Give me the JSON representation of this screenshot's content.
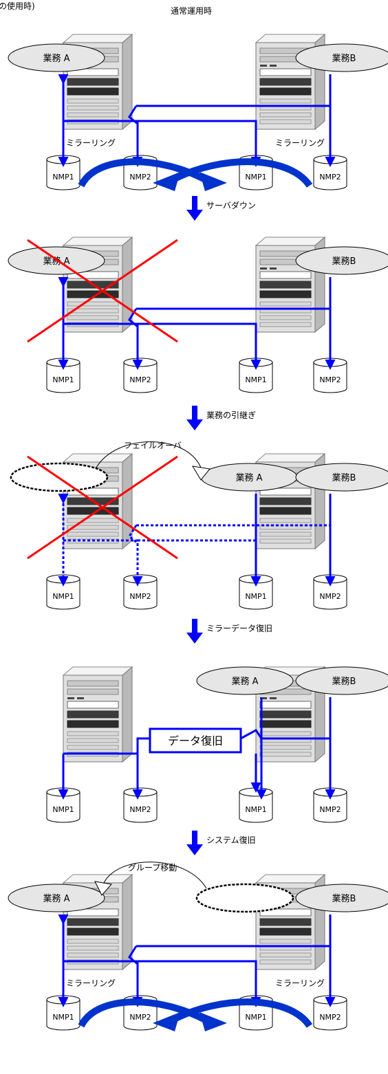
{
  "corner_caption": "の使用時)",
  "stages": [
    {
      "title": "通常運用時",
      "ellipses": {
        "left": "業務 A",
        "right": "業務B"
      },
      "mirror_labels": [
        "ミラーリング",
        "ミラーリング"
      ],
      "disks": [
        "NMP1",
        "NMP2",
        "NMP1",
        "NMP2"
      ]
    },
    {
      "ellipses": {
        "left": "業務 A",
        "right": "業務B"
      },
      "disks": [
        "NMP1",
        "NMP2",
        "NMP1",
        "NMP2"
      ]
    },
    {
      "failover_label": "フェイルオーバ",
      "ellipses": {
        "moved": "業務 A",
        "right": "業務B"
      },
      "disks": [
        "NMP1",
        "NMP2",
        "NMP1",
        "NMP2"
      ]
    },
    {
      "recovery_box": "データ復旧",
      "ellipses": {
        "moved": "業務 A",
        "right": "業務B"
      },
      "disks": [
        "NMP1",
        "NMP2",
        "NMP1",
        "NMP2"
      ]
    },
    {
      "group_move_label": "グループ移動",
      "ellipses": {
        "left": "業務 A",
        "right": "業務B"
      },
      "mirror_labels": [
        "ミラーリング",
        "ミラーリング"
      ],
      "disks": [
        "NMP1",
        "NMP2",
        "NMP1",
        "NMP2"
      ]
    }
  ],
  "transitions": [
    "サーバダウン",
    "業務の引継ぎ",
    "ミラーデータ復旧",
    "システム復旧"
  ],
  "colors": {
    "line": "#0000ff",
    "cross": "#ff0000",
    "ellipse": "#e6e6e6",
    "server": "#e0e0e0"
  }
}
